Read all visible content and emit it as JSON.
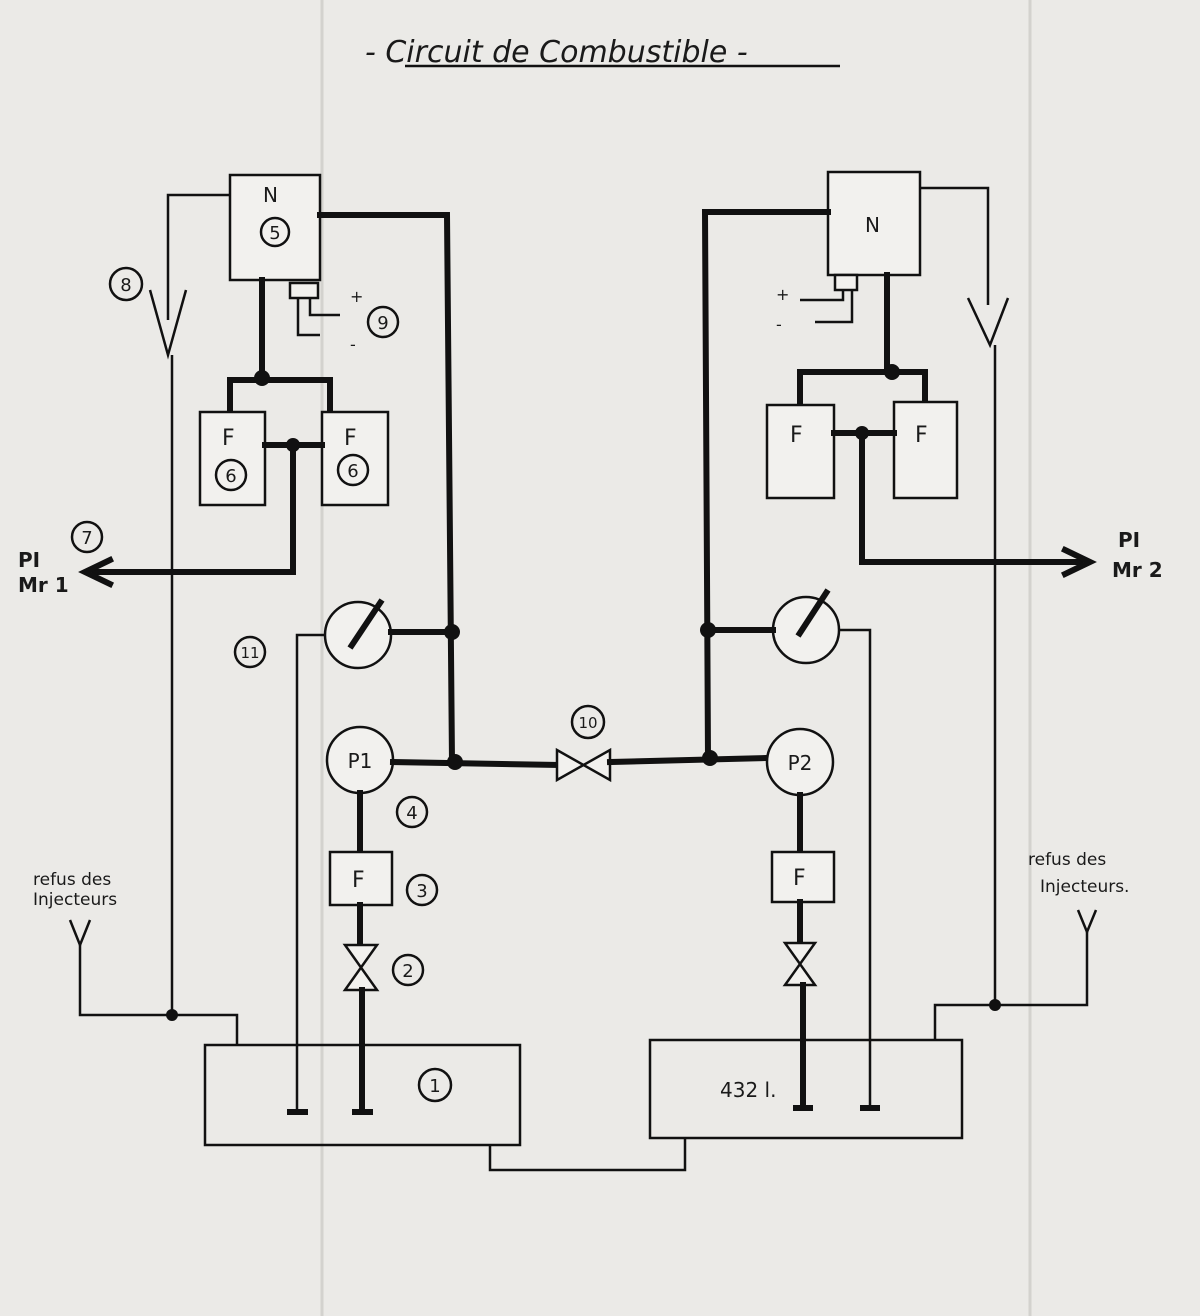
{
  "title": "- Circuit de Combustible -",
  "left": {
    "regulator_label": "N",
    "regulator_num": "5",
    "return_num": "8",
    "solenoid_num": "9",
    "plus": "+",
    "minus": "-",
    "filter_label": "F",
    "filter_num": "6",
    "outlet_num": "7",
    "outlet_label_1": "PI",
    "outlet_label_2": "Mr 1",
    "gauge_num": "11",
    "pump_label": "P1",
    "pump_num": "4",
    "filter2_label": "F",
    "filter2_num": "3",
    "valve_num": "2",
    "tank_num": "1",
    "reject_1": "refus des",
    "reject_2": "Injecteurs"
  },
  "center": {
    "crossfeed_num": "10"
  },
  "right": {
    "regulator_label": "N",
    "plus": "+",
    "minus": "-",
    "filter_label": "F",
    "outlet_label_1": "PI",
    "outlet_label_2": "Mr 2",
    "pump_label": "P2",
    "filter2_label": "F",
    "tank_label": "432 l.",
    "reject_1": "refus des",
    "reject_2": "Injecteurs."
  }
}
